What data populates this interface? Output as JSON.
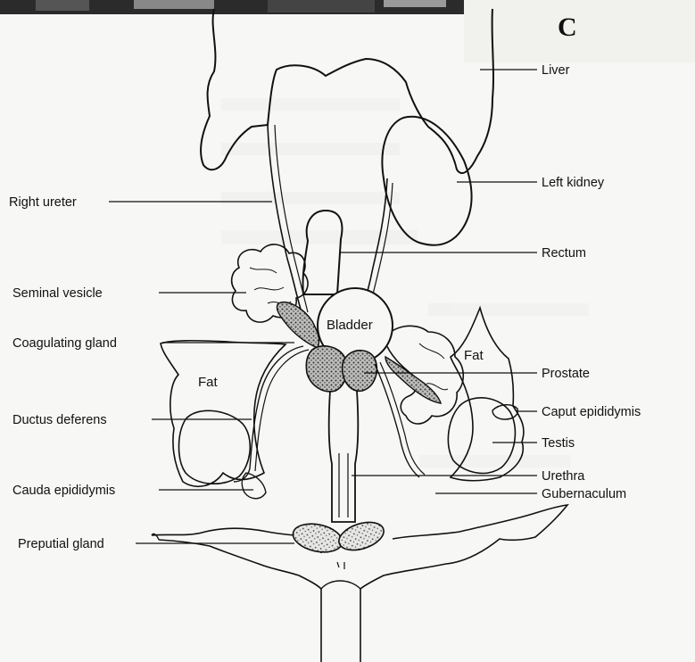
{
  "panel_letter": "C",
  "labels": {
    "liver": "Liver",
    "left_kidney": "Left kidney",
    "rectum": "Rectum",
    "prostate": "Prostate",
    "caput_epididymis": "Caput epididymis",
    "testis": "Testis",
    "urethra": "Urethra",
    "gubernaculum": "Gubernaculum",
    "right_ureter": "Right ureter",
    "seminal_vesicle": "Seminal vesicle",
    "coagulating_gland": "Coagulating gland",
    "ductus_deferens": "Ductus deferens",
    "cauda_epididymis": "Cauda epididymis",
    "preputial_gland": "Preputial gland",
    "bladder": "Bladder",
    "fat_left": "Fat",
    "fat_right": "Fat"
  },
  "colors": {
    "ink": "#111111",
    "paper": "#f7f7f5",
    "gland_fill": "#8a8a88",
    "dark_band": "#2a2a2a"
  }
}
